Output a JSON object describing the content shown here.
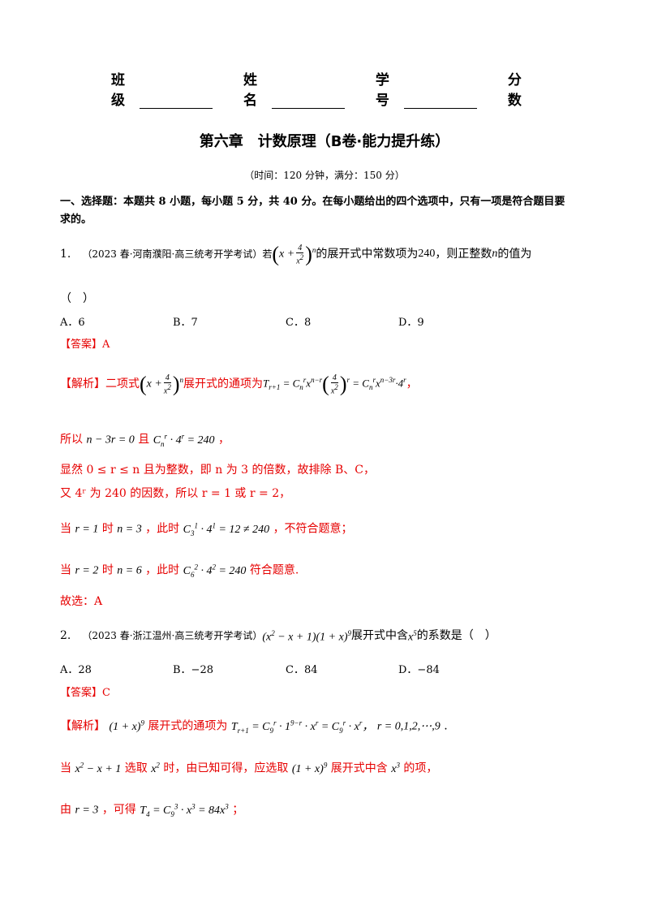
{
  "header": {
    "class_label": "班级",
    "name_label": "姓名",
    "id_label": "学号",
    "score_label": "分数"
  },
  "title": "第六章　计数原理（B卷·能力提升练）",
  "time_info": "（时间：120 分钟，满分：150 分）",
  "section1": {
    "line1": "一、选择题：本题共 8 小题，每小题 5 分，共 40 分。在每小题给出的四个选项中，只有一项是符合题目要",
    "line2": "求的。"
  },
  "q1": {
    "number": "1.",
    "source": "（2023 春·河南濮阳·高三统考开学考试）若",
    "stem_mid": "的展开式中常数项为",
    "const_val": "240",
    "stem_end": "，则正整数",
    "var_n": "n",
    "stem_tail": "的值为",
    "paren": "（　）",
    "options": [
      "A．6",
      "B．7",
      "C．8",
      "D．9"
    ],
    "answer_label": "【答案】A",
    "analysis_label": "【解析】",
    "a1_text": "二项式",
    "a1_text2": "展开式的通项为",
    "a2_prefix": "所以",
    "a2_mid": "且",
    "a2_end": "，",
    "a3": "显然 0 ≤ r ≤ n 且为整数，即 n 为 3 的倍数，故排除 B、C，",
    "a4": "又 4ʳ 为 240 的因数，所以 r = 1 或 r = 2，",
    "a5_prefix": "当",
    "a5_r": "r = 1",
    "a5_mid": "时",
    "a5_n": "n = 3",
    "a5_mid2": "，此时",
    "a5_end": "，不符合题意；",
    "a6_prefix": "当",
    "a6_r": "r = 2",
    "a6_mid": "时",
    "a6_n": "n = 6",
    "a6_mid2": "，此时",
    "a6_end": "符合题意.",
    "conclusion": "故选：A"
  },
  "q2": {
    "number": "2.",
    "source": "（2023 春·浙江温州·高三统考开学考试）",
    "stem_mid": "展开式中含",
    "stem_end": "的系数是（　）",
    "options": [
      "A．28",
      "B．−28",
      "C．84",
      "D．−84"
    ],
    "answer_label": "【答案】C",
    "analysis_label": "【解析】",
    "a1_mid": "展开式的通项为",
    "a1_range": "r = 0,1,2,⋯,9",
    "a2_prefix": "当",
    "a2_mid": "选取",
    "a2_mid2": "时，由已知可得，应选取",
    "a2_mid3": "展开式中含",
    "a2_end": "的项，",
    "a3_prefix": "由",
    "a3_r": "r = 3",
    "a3_mid": "，可得",
    "a3_end": "；"
  }
}
